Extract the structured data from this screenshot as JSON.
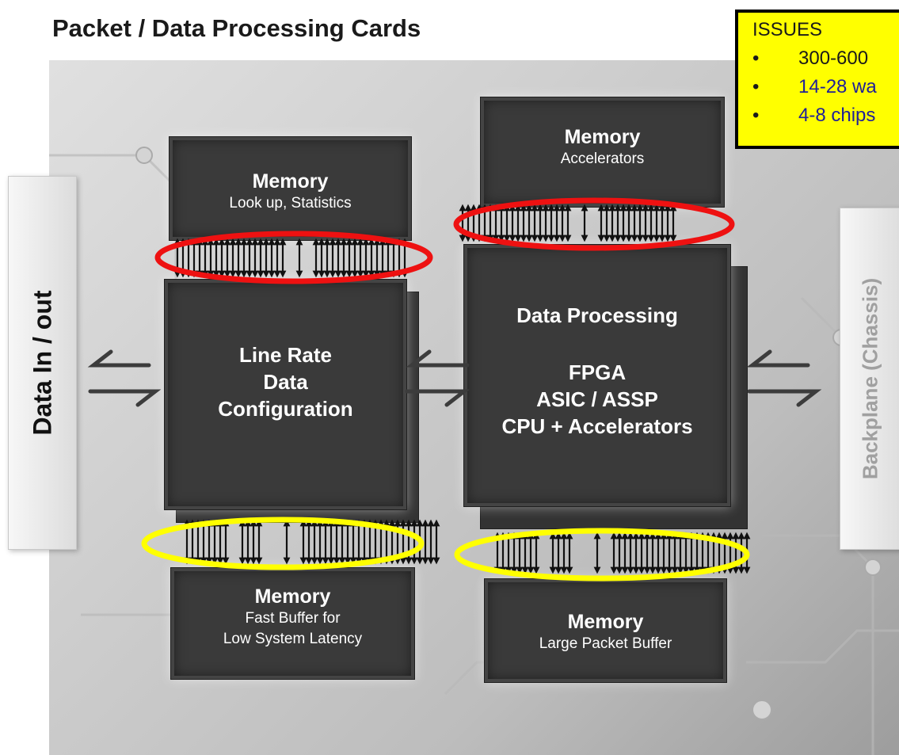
{
  "title": "Packet / Data Processing Cards",
  "issues": {
    "heading": "ISSUES",
    "items": [
      "300-600",
      "14-28 wa",
      "4-8 chips"
    ],
    "bullet": "•"
  },
  "side_labels": {
    "left": "Data In / out",
    "right": "Backplane (Chassis)"
  },
  "chips": {
    "mem_lookup": {
      "title": "Memory",
      "sub": "Look up, Statistics"
    },
    "mem_accel": {
      "title": "Memory",
      "sub": "Accelerators"
    },
    "line_rate": {
      "lines": [
        "Line Rate",
        "Data",
        "Configuration"
      ]
    },
    "data_proc": {
      "heading": "Data Processing",
      "lines": [
        "FPGA",
        "ASIC / ASSP",
        "CPU + Accelerators"
      ]
    },
    "mem_fast": {
      "title": "Memory",
      "sub1": "Fast Buffer for",
      "sub2": "Low System Latency"
    },
    "mem_large": {
      "title": "Memory",
      "sub": "Large Packet Buffer"
    }
  },
  "colors": {
    "highlight_red": "#ee1111",
    "highlight_yellow": "#ffff00",
    "issues_bg": "#ffff00",
    "chip": "#3a3a3a"
  }
}
